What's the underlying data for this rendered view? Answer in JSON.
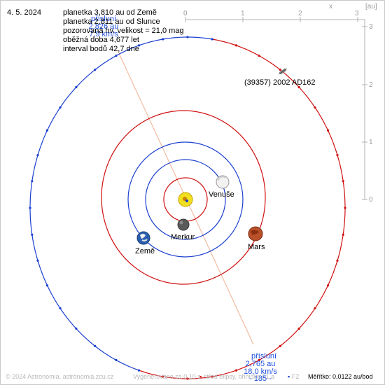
{
  "date": "4. 5. 2024",
  "info_lines": [
    "planetka 3,810 au od Země",
    "planetka 2,811 au od Slunce",
    "pozorovaná hv. velikost = 21,0 mag",
    "oběžná doba 4,677 let",
    "interval bodů 42,7 dne"
  ],
  "aphelion_label": [
    "přísluní",
    "2,826 au",
    "7,9 km/s"
  ],
  "perihelion_label": [
    "přísluní",
    "2,765 au",
    "18,0 km/s",
    "- 185 -"
  ],
  "asteroid_name": "(39357) 2002 AD162",
  "planets": {
    "venus": "Venuše",
    "mercury": "Merkur",
    "earth": "Země",
    "mars": "Mars"
  },
  "axis": {
    "x_label": "x",
    "unit": "[au]",
    "x_ticks": [
      "0",
      "1",
      "2",
      "3"
    ],
    "y_ticks": [
      "3",
      "2",
      "1",
      "0"
    ]
  },
  "footer": {
    "copyright": "© 2024 Astronomia, astronomia.zcu.cz",
    "generated": "Vygenerováno za 0,10 s",
    "legend_center": "střed elipsy, ohnisko F1 a",
    "legend_f2": "F2",
    "scale": "Měřítko: 0,0122 au/bod"
  },
  "colors": {
    "blue_orbit": "#1a3fd0",
    "red_orbit": "#d01010",
    "apsis_line": "#f0b090"
  }
}
